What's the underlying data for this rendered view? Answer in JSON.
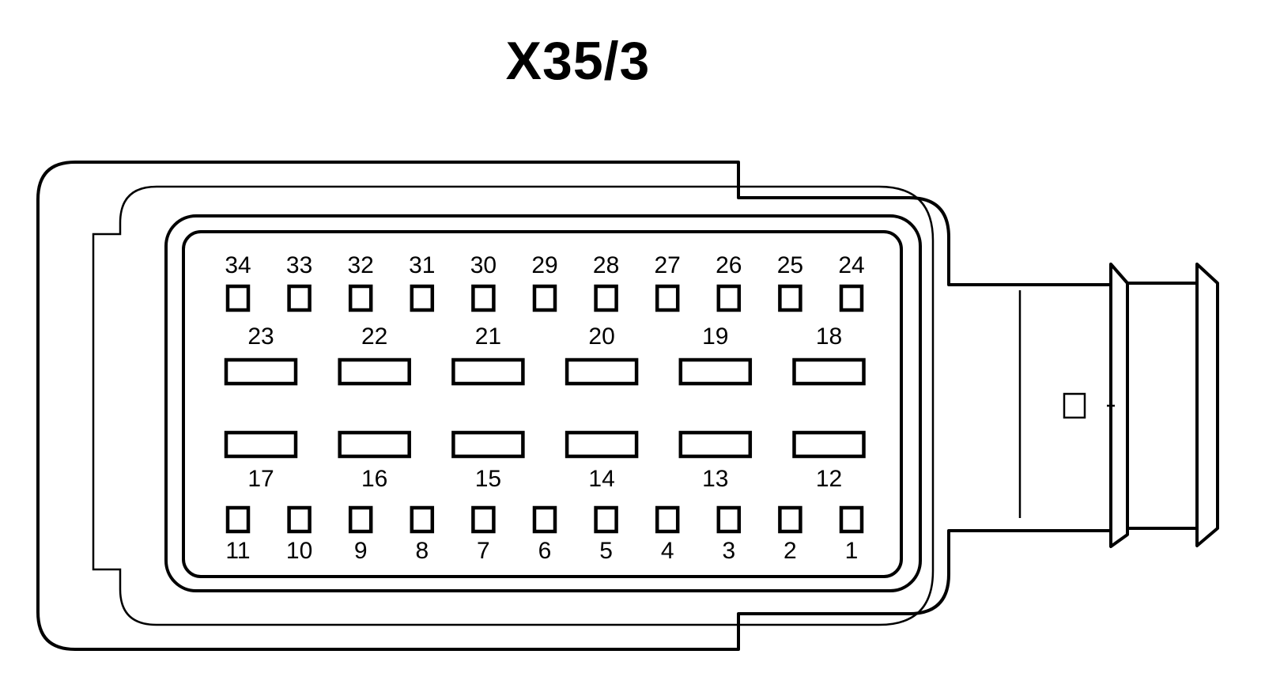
{
  "connector": {
    "title": "X35/3"
  },
  "pins": {
    "top_small": [
      "34",
      "33",
      "32",
      "31",
      "30",
      "29",
      "28",
      "27",
      "26",
      "25",
      "24"
    ],
    "upper_large": [
      "23",
      "22",
      "21",
      "20",
      "19",
      "18"
    ],
    "lower_large": [
      "17",
      "16",
      "15",
      "14",
      "13",
      "12"
    ],
    "bottom_small": [
      "11",
      "10",
      "9",
      "8",
      "7",
      "6",
      "5",
      "4",
      "3",
      "2",
      "1"
    ]
  }
}
